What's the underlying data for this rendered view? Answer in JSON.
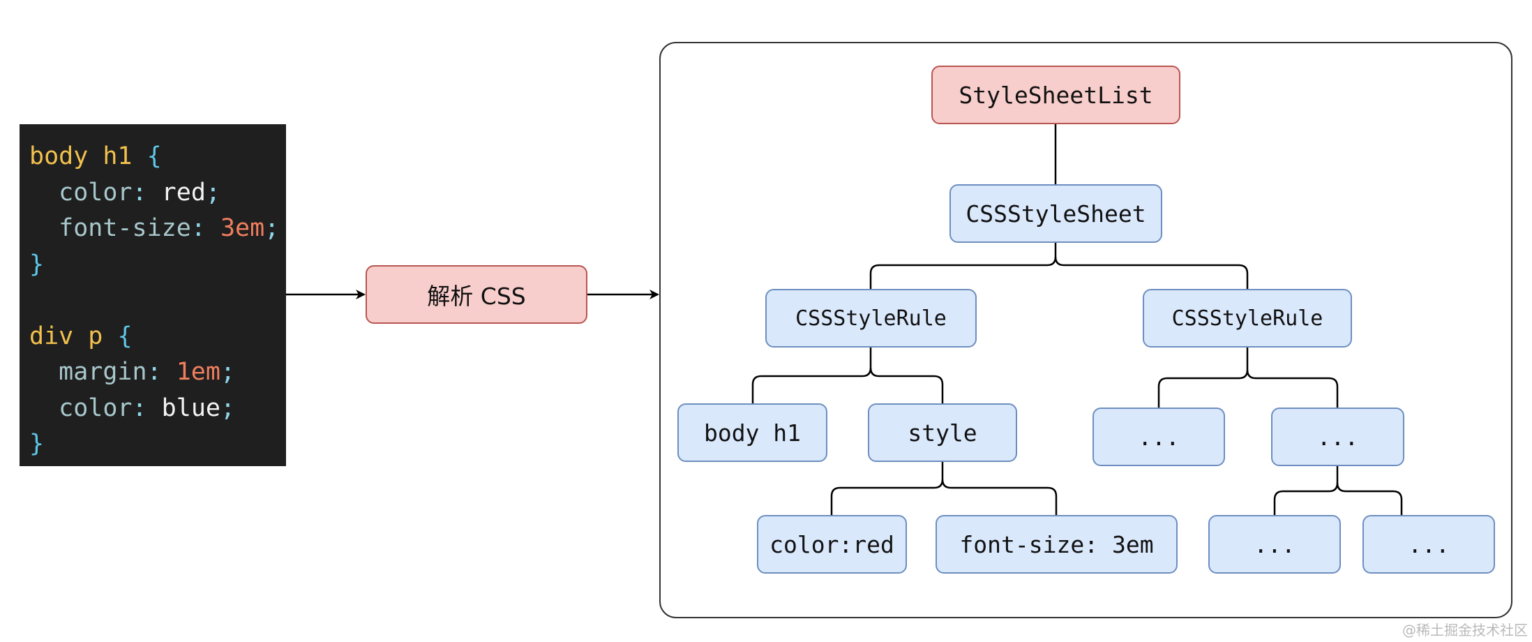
{
  "code": {
    "lines": [
      [
        {
          "t": "body h1 ",
          "c": "sel"
        },
        {
          "t": "{",
          "c": "brace"
        }
      ],
      [
        {
          "t": "  color",
          "c": "prop"
        },
        {
          "t": ": ",
          "c": "punct"
        },
        {
          "t": "red",
          "c": "val"
        },
        {
          "t": ";",
          "c": "punct"
        }
      ],
      [
        {
          "t": "  font-size",
          "c": "prop"
        },
        {
          "t": ": ",
          "c": "punct"
        },
        {
          "t": "3em",
          "c": "num"
        },
        {
          "t": ";",
          "c": "punct"
        }
      ],
      [
        {
          "t": "}",
          "c": "brace"
        }
      ],
      [],
      [
        {
          "t": "div p ",
          "c": "sel"
        },
        {
          "t": "{",
          "c": "brace"
        }
      ],
      [
        {
          "t": "  margin",
          "c": "prop"
        },
        {
          "t": ": ",
          "c": "punct"
        },
        {
          "t": "1em",
          "c": "num"
        },
        {
          "t": ";",
          "c": "punct"
        }
      ],
      [
        {
          "t": "  color",
          "c": "prop"
        },
        {
          "t": ": ",
          "c": "punct"
        },
        {
          "t": "blue",
          "c": "val"
        },
        {
          "t": ";",
          "c": "punct"
        }
      ],
      [
        {
          "t": "}",
          "c": "brace"
        }
      ]
    ]
  },
  "parse_step": {
    "label": "解析 CSS"
  },
  "tree": {
    "root": "StyleSheetList",
    "sheet": "CSSStyleSheet",
    "rule_left": "CSSStyleRule",
    "rule_right": "CSSStyleRule",
    "selector": "body h1",
    "style": "style",
    "decl_color": "color:red",
    "decl_font_size": "font-size: 3em",
    "ellipsis_a": "...",
    "ellipsis_b": "...",
    "ellipsis_c": "...",
    "ellipsis_d": "..."
  },
  "colors": {
    "code_bg": "#1f1f1f",
    "red_fill": "#f8cecc",
    "red_stroke": "#b85450",
    "blue_fill": "#dae8fc",
    "blue_stroke": "#6c8ebf"
  },
  "watermark": "@稀土掘金技术社区"
}
